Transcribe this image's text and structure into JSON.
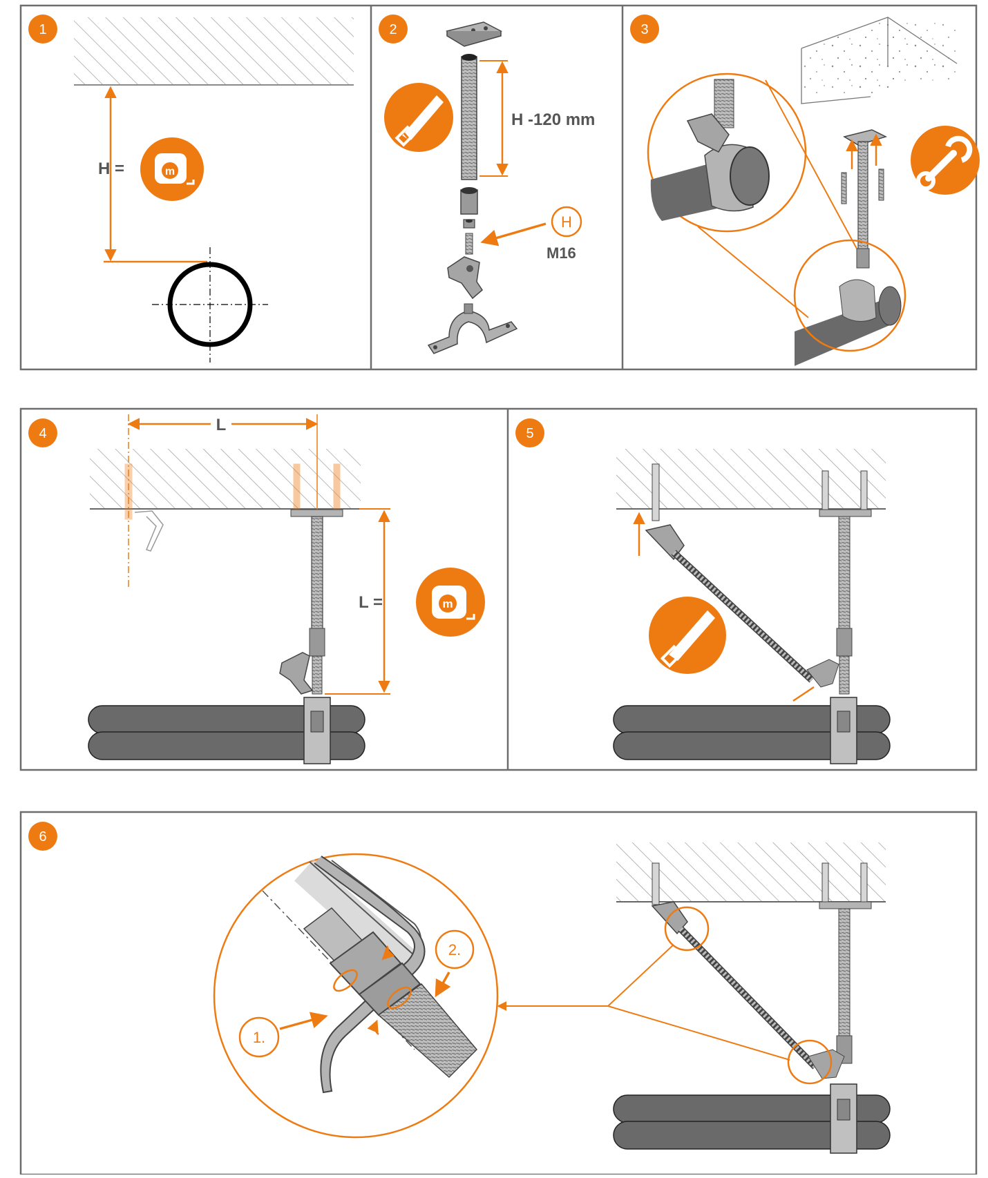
{
  "colors": {
    "accent": "#ee7b12",
    "frame": "#6d6d6d",
    "steel": "#a8a8a8",
    "steel_dark": "#5a5a5a",
    "pipe": "#6a6a6a",
    "text_gray": "#555555",
    "hatch": "#9a9a9a"
  },
  "steps": [
    {
      "number": "1",
      "dimension_label": "H =",
      "icon": "tape-measure-icon"
    },
    {
      "number": "2",
      "dimension_label": "H -120 mm",
      "callout_letter": "H",
      "thread_label": "M16",
      "icon": "saw-icon"
    },
    {
      "number": "3",
      "icon": "wrench-icon"
    },
    {
      "number": "4",
      "length_label_top": "L",
      "length_label_side": "L =",
      "icon": "tape-measure-icon"
    },
    {
      "number": "5",
      "icon": "saw-icon"
    },
    {
      "number": "6",
      "callout_first": "1.",
      "callout_second": "2."
    }
  ],
  "tape_letter": "m"
}
